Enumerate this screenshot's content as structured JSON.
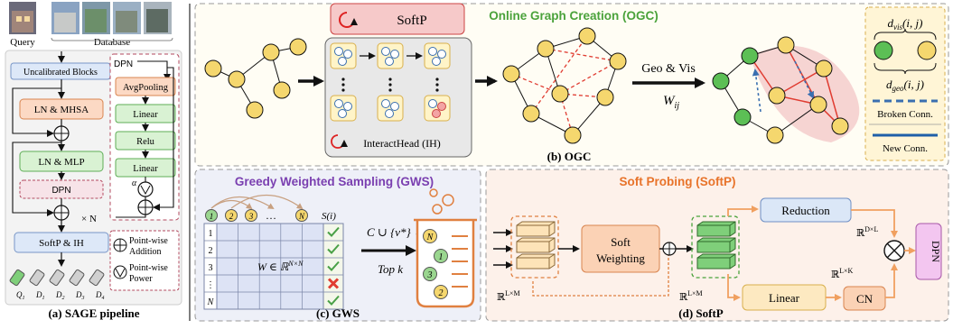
{
  "pipeline": {
    "query_label": "Query",
    "database_label": "Database",
    "uncalibrated": "Uncalibrated Blocks",
    "ln_mhsa": "LN & MHSA",
    "ln_mlp": "LN & MLP",
    "dpn_block": "DPN",
    "times_n": "× N",
    "softp_ih": "SoftP & IH",
    "dpn_title": "DPN",
    "avgpool": "AvgPooling",
    "linear1": "Linear",
    "relu": "Relu",
    "linear2": "Linear",
    "alpha": "α",
    "legend_add_1": "Point-wise",
    "legend_add_2": "Addition",
    "legend_pow_1": "Point-wise",
    "legend_pow_2": "Power",
    "caption": "(a) SAGE pipeline",
    "desc": [
      {
        "main": "Q",
        "sub": "1"
      },
      {
        "main": "D",
        "sub": "1"
      },
      {
        "main": "D",
        "sub": "2"
      },
      {
        "main": "D",
        "sub": "3"
      },
      {
        "main": "D",
        "sub": "4"
      }
    ],
    "colors": {
      "blue": "#dde8f8",
      "green": "#d9f2d3",
      "orange": "#fcd9c4",
      "pink": "#f7e3e8"
    }
  },
  "ogc": {
    "title": "Online Graph Creation (OGC)",
    "softp": "SoftP",
    "interacthead": "InteractHead (IH)",
    "geo_vis": "Geo & Vis",
    "w_main": "W",
    "w_sub": "ij",
    "caption": "(b) OGC",
    "legend": {
      "dvis_main": "d",
      "dvis_sub": "vis",
      "dvis_args": "(i, j)",
      "dgeo_main": "d",
      "dgeo_sub": "geo",
      "dgeo_args": "(i, j)",
      "broken": "Broken Conn.",
      "new": "New Conn."
    },
    "colors": {
      "node": "#f5d76e",
      "broken": "#e03c31",
      "new": "#1f5fa8",
      "title": "#4aa23b"
    }
  },
  "gws": {
    "title": "Greedy Weighted Sampling (GWS)",
    "node_labels": [
      "1",
      "2",
      "3",
      "…",
      "N"
    ],
    "score": "S(i)",
    "row_labels": [
      "1",
      "2",
      "3",
      "⋮",
      "N"
    ],
    "matrix": "W ∈ ℝ",
    "matrix_sup": "N×N",
    "union": "C ∪ {v*} → C",
    "topk": "Top k",
    "beaker_labels": [
      "N",
      "1",
      "3",
      "2"
    ],
    "caption": "(c) GWS",
    "colors": {
      "title": "#7a3fb0",
      "grid": "#dde3f5",
      "check": "#49a046",
      "cross": "#e03c31"
    }
  },
  "softp": {
    "title": "Soft Probing (SoftP)",
    "soft_weighting_1": "Soft",
    "soft_weighting_2": "Weighting",
    "reduction": "Reduction",
    "linear": "Linear",
    "cn": "CN",
    "dpn": "DPN",
    "dim_in": "ℝ",
    "dim_in_sup": "L×M",
    "dim_mid": "ℝ",
    "dim_mid_sup": "L×M",
    "dim_red": "ℝ",
    "dim_red_sup": "D×L",
    "dim_lin": "ℝ",
    "dim_lin_sup": "L×K",
    "caption": "(d) SoftP",
    "colors": {
      "title": "#e8732a",
      "blue": "#dbe7f7",
      "orange": "#fbd2b5",
      "yellow": "#fde9c1",
      "green": "#5cbf55",
      "pink": "#f3c6f0"
    }
  }
}
